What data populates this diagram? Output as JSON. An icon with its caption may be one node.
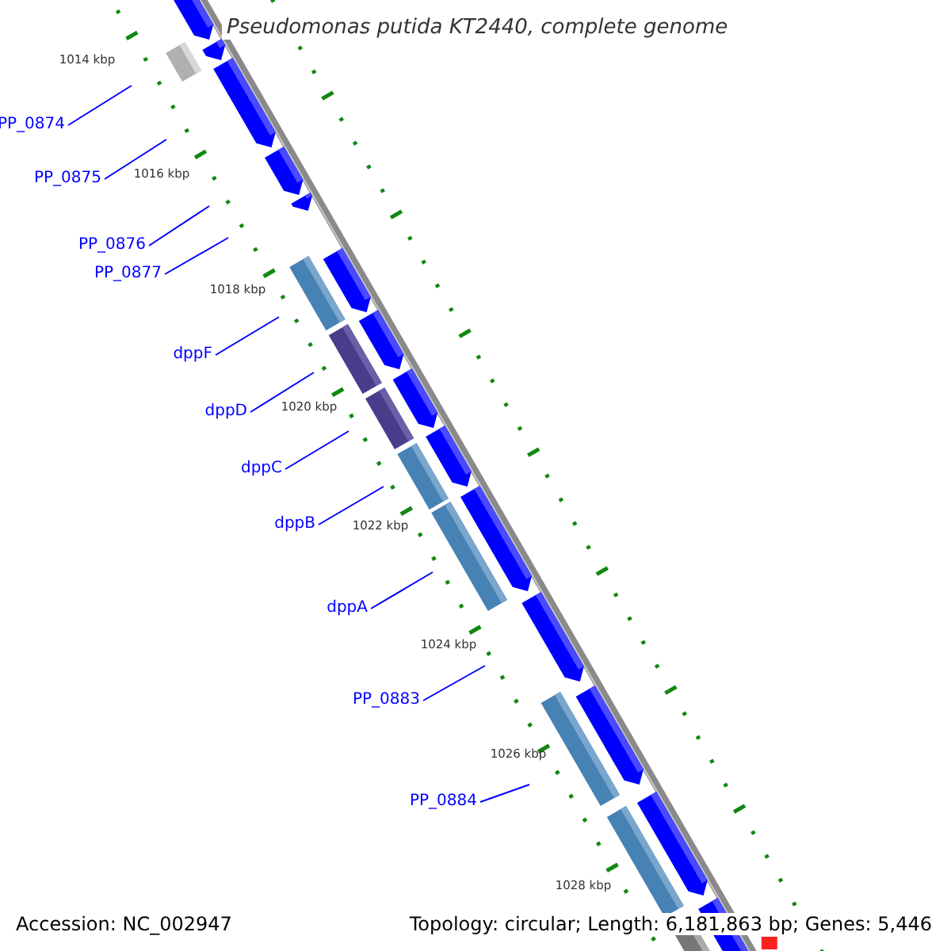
{
  "diagram": {
    "title": "Pseudomonas putida KT2440, complete genome",
    "nodes": [
      {
        "text": [
          "PP_0874"
        ]
      },
      {
        "text": [
          "PP_0875"
        ]
      },
      {
        "text": [
          "PP_0876"
        ]
      },
      {
        "text": [
          "PP_0877"
        ]
      },
      {
        "text": [
          "dppF"
        ]
      },
      {
        "text": [
          "dppD"
        ]
      },
      {
        "text": [
          "dppC"
        ]
      },
      {
        "text": [
          "dppB"
        ]
      },
      {
        "text": [
          "dppA"
        ]
      },
      {
        "text": [
          "PP_0883"
        ]
      },
      {
        "text": [
          "PP_0884"
        ]
      }
    ],
    "edges": [
      {
        "from": 0,
        "to": null,
        "arrow": "none"
      },
      {
        "from": 1,
        "to": null,
        "arrow": "none"
      },
      {
        "from": 2,
        "to": null,
        "arrow": "none"
      },
      {
        "from": 3,
        "to": null,
        "arrow": "none"
      },
      {
        "from": 4,
        "to": null,
        "arrow": "none"
      },
      {
        "from": 5,
        "to": null,
        "arrow": "none"
      },
      {
        "from": 6,
        "to": null,
        "arrow": "none"
      },
      {
        "from": 7,
        "to": null,
        "arrow": "none"
      },
      {
        "from": 8,
        "to": null,
        "arrow": "none"
      },
      {
        "from": 9,
        "to": null,
        "arrow": "none"
      },
      {
        "from": 10,
        "to": null,
        "arrow": "none"
      }
    ],
    "labels": [
      "1014 kbp",
      "1016 kbp",
      "1018 kbp",
      "1020 kbp",
      "1022 kbp",
      "1024 kbp",
      "1026 kbp",
      "1028 kbp",
      "Accession: NC_002947",
      "Topology: circular; Length: 6,181,863 bp; Genes: 5,446"
    ]
  }
}
